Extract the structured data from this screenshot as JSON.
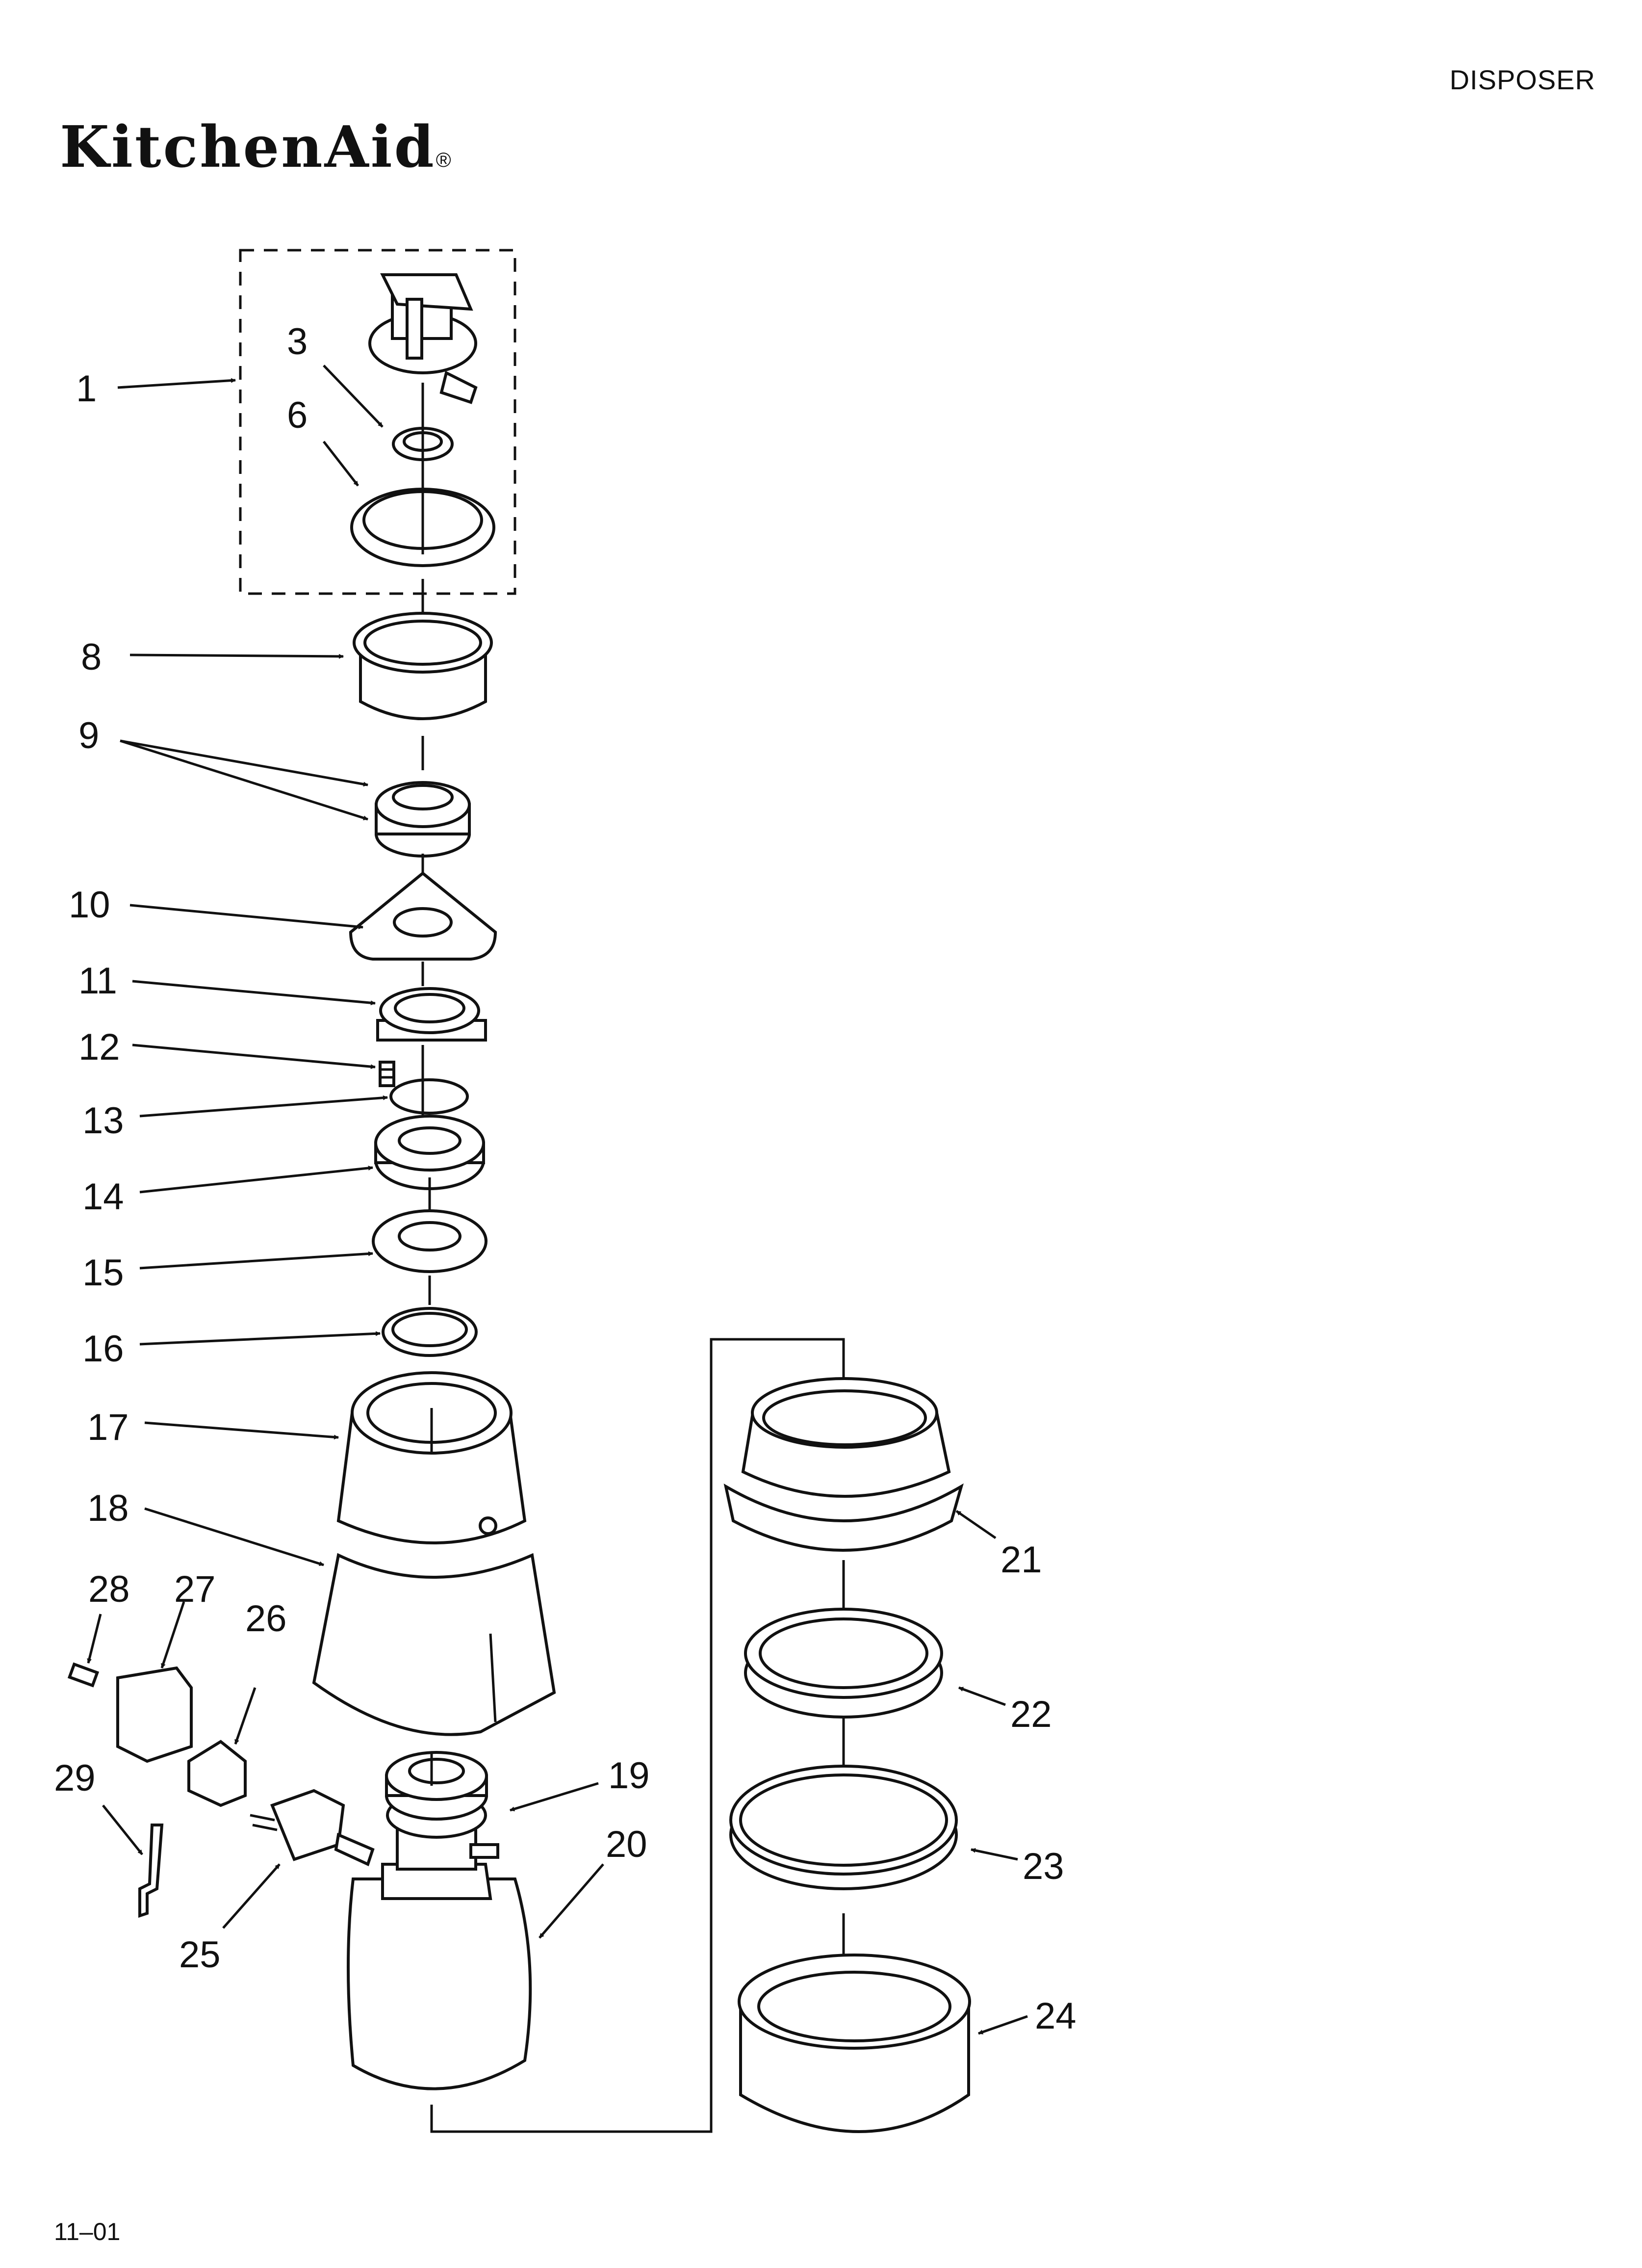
{
  "header": {
    "section": "DISPOSER",
    "brand": "KitchenAid",
    "brand_mark": "®"
  },
  "footer": {
    "code": "11–01"
  },
  "callouts": {
    "c1": "1",
    "c3": "3",
    "c6": "6",
    "c8": "8",
    "c9": "9",
    "c10": "10",
    "c11": "11",
    "c12": "12",
    "c13": "13",
    "c14": "14",
    "c15": "15",
    "c16": "16",
    "c17": "17",
    "c18": "18",
    "c19": "19",
    "c20": "20",
    "c21": "21",
    "c22": "22",
    "c23": "23",
    "c24": "24",
    "c25": "25",
    "c26": "26",
    "c27": "27",
    "c28": "28",
    "c29": "29"
  }
}
